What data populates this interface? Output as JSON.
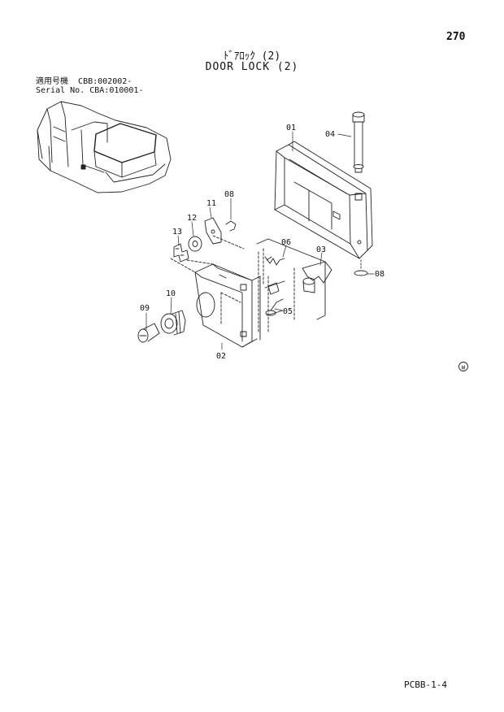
{
  "page": {
    "number": "270",
    "title_jp": "ﾄﾞｱﾛｯｸ (2)",
    "title_en": "DOOR LOCK (2)",
    "model_label_jp": "適用号機",
    "model_value_jp": "CBB:002002-",
    "serial_label": "Serial No.",
    "serial_value": "CBA:010001-",
    "footer_code": "PCBB-1-4",
    "marker_symbol": "W"
  },
  "callouts": {
    "c01": "01",
    "c02": "02",
    "c03": "03",
    "c04": "04",
    "c05": "05",
    "c06": "06",
    "c08a": "08",
    "c08b": "08",
    "c09": "09",
    "c10": "10",
    "c11": "11",
    "c12": "12",
    "c13": "13"
  }
}
